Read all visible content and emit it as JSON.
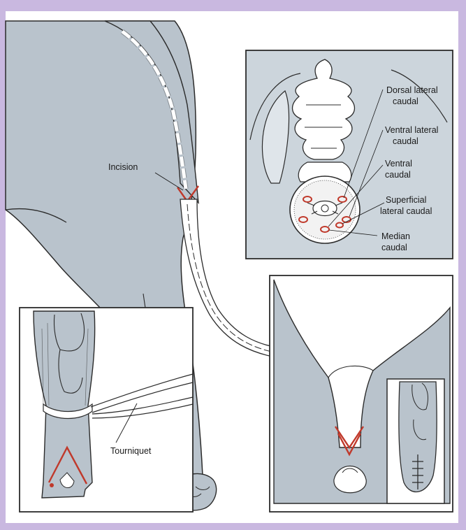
{
  "labels": {
    "incision": "Incision",
    "tourniquet": "Tourniquet",
    "dorsal_lateral_caudal": [
      "Dorsal lateral",
      "caudal"
    ],
    "ventral_lateral_caudal": [
      "Ventral lateral",
      "caudal"
    ],
    "ventral_caudal": [
      "Ventral",
      "caudal"
    ],
    "superficial_lateral_caudal": [
      "Superficial",
      "lateral caudal"
    ],
    "median_caudal": [
      "Median",
      "caudal"
    ]
  },
  "colors": {
    "frame": "#c9b8e0",
    "tissue": "#b9c3cc",
    "panel_bg": "#ccd5dc",
    "outline": "#2b2b2b",
    "vessel": "#c0392b"
  }
}
